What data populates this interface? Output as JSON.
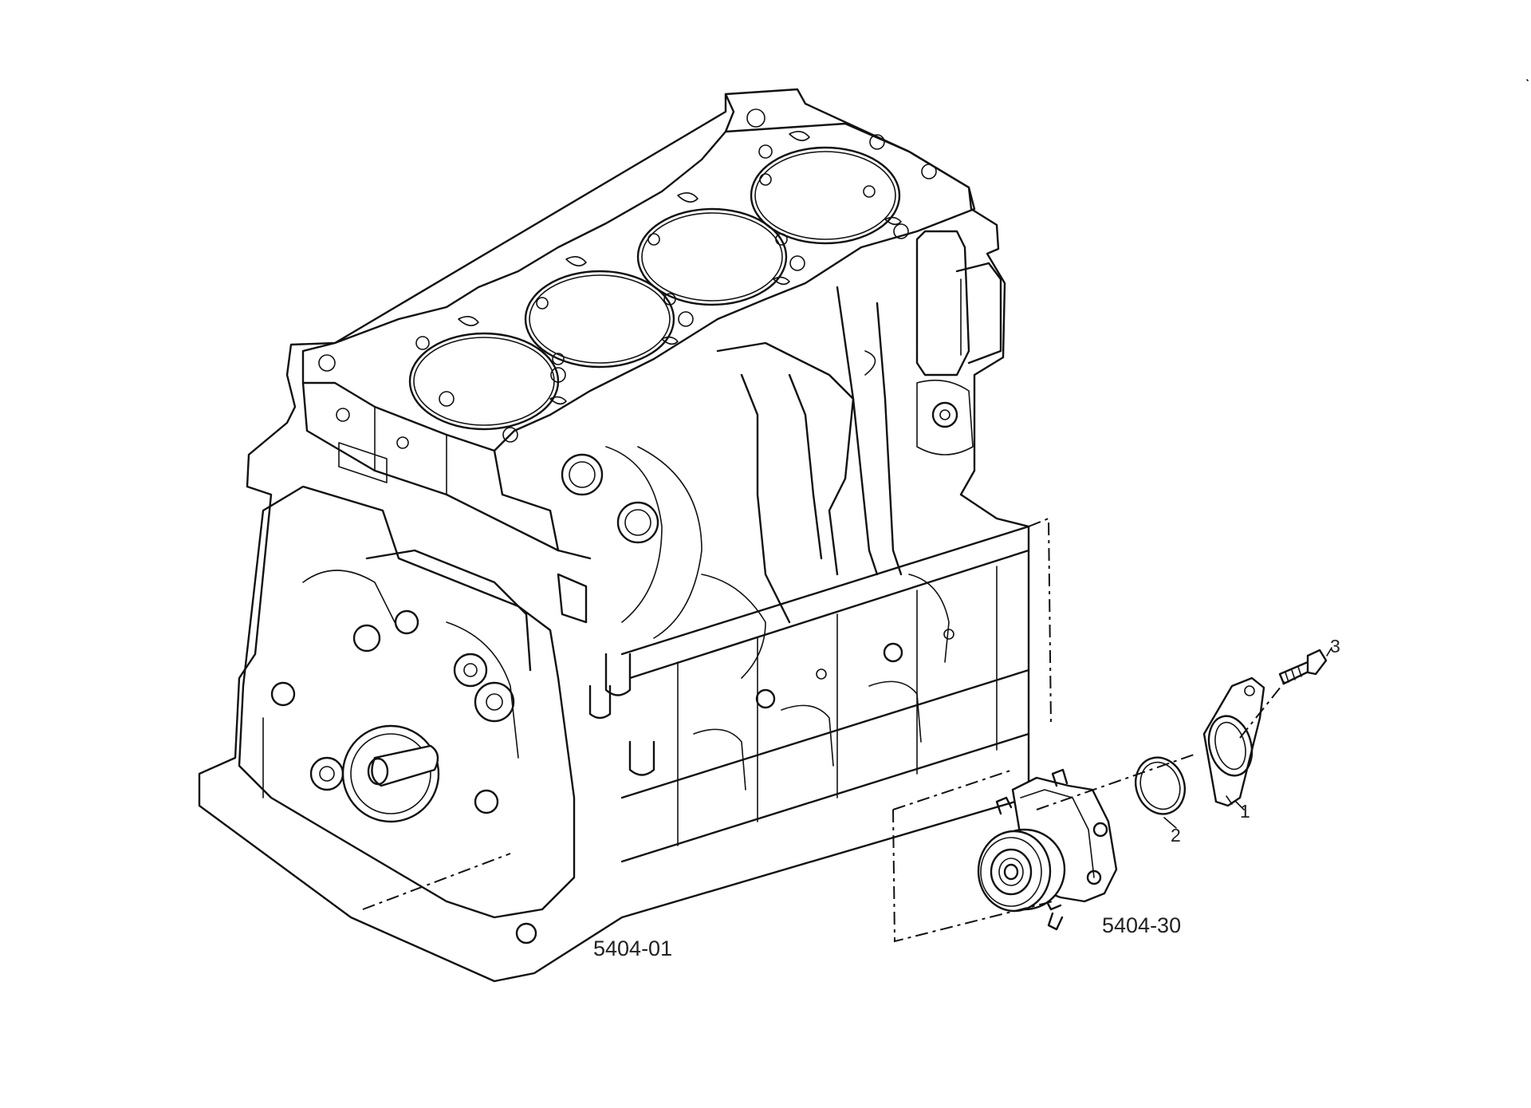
{
  "callouts": {
    "block_ref": "5404-01",
    "pump_ref": "5404-30",
    "item_1": "1",
    "item_2": "2",
    "item_3": "3"
  },
  "parts": [
    {
      "id": "cylinder-block",
      "ref": "5404-01"
    },
    {
      "id": "water-pump",
      "ref": "5404-30"
    },
    {
      "id": "gasket-plate",
      "item": "1"
    },
    {
      "id": "o-ring",
      "item": "2"
    },
    {
      "id": "bolt",
      "item": "3"
    }
  ]
}
